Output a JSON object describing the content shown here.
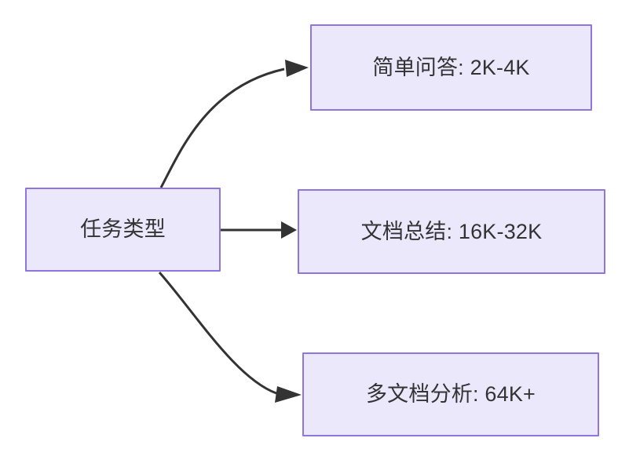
{
  "diagram": {
    "type": "flowchart",
    "direction": "left-to-right",
    "background_color": "#ffffff",
    "node_fill_color": "#ebe8fc",
    "node_border_color": "#9175de",
    "node_text_color": "#333333",
    "edge_color": "#333333",
    "nodes": [
      {
        "id": "source",
        "label": "任务类型",
        "role": "root"
      },
      {
        "id": "simple-qa",
        "label": "简单问答: 2K-4K",
        "role": "leaf"
      },
      {
        "id": "doc-summary",
        "label": "文档总结: 16K-32K",
        "role": "leaf"
      },
      {
        "id": "multi-doc",
        "label": "多文档分析: 64K+",
        "role": "leaf"
      }
    ],
    "edges": [
      {
        "id": "edge-source-to-simple-qa",
        "from": "source",
        "to": "simple-qa",
        "style": "curved",
        "arrow": "arrowhead"
      },
      {
        "id": "edge-source-to-doc-summary",
        "from": "source",
        "to": "doc-summary",
        "style": "straight",
        "arrow": "arrowhead"
      },
      {
        "id": "edge-source-to-multi-doc",
        "from": "source",
        "to": "multi-doc",
        "style": "curved",
        "arrow": "arrowhead"
      }
    ]
  }
}
